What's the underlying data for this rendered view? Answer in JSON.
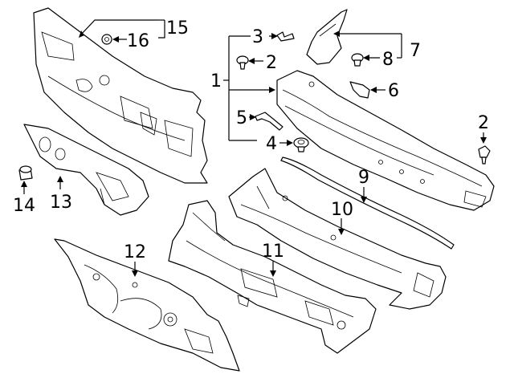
{
  "callouts": {
    "c1": "1",
    "c2a": "2",
    "c2b": "2",
    "c3": "3",
    "c4": "4",
    "c5": "5",
    "c6": "6",
    "c7": "7",
    "c8": "8",
    "c9": "9",
    "c10": "10",
    "c11": "11",
    "c12": "12",
    "c13": "13",
    "c14": "14",
    "c15": "15",
    "c16": "16"
  }
}
